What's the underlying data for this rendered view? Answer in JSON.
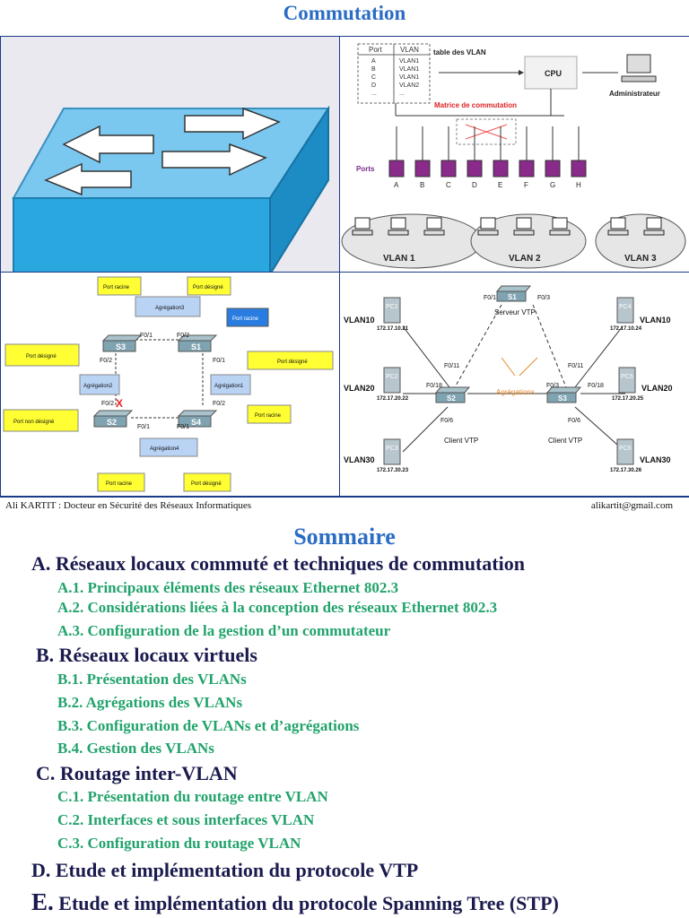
{
  "slide_title": "Commutation",
  "vlan_figure": {
    "table_header_port": "Port",
    "table_header_vlan": "VLAN",
    "table_title": "table des VLAN",
    "table_rows": [
      {
        "port": "A",
        "vlan": "VLAN1"
      },
      {
        "port": "B",
        "vlan": "VLAN1"
      },
      {
        "port": "C",
        "vlan": "VLAN1"
      },
      {
        "port": "D",
        "vlan": "VLAN2"
      },
      {
        "port": "...",
        "vlan": "..."
      }
    ],
    "cpu": "CPU",
    "admin": "Administrateur",
    "matrix": "Matrice de commutation",
    "ports_label": "Ports",
    "ports": [
      "A",
      "B",
      "C",
      "D",
      "E",
      "F",
      "G",
      "H"
    ],
    "vlans": [
      "VLAN 1",
      "VLAN 2",
      "VLAN 3"
    ]
  },
  "stp_figure": {
    "port_racine_1": "Port racine",
    "port_designe_1": "Port désigné",
    "agregation3": "Agrégation3",
    "port_racine_blue": "Port racine",
    "port_designe_left": "Port désigné",
    "port_designe_right": "Port désigné",
    "agregation2": "Agrégation2",
    "agregation1": "Agrégation1",
    "port_non_designe": "Port non désigné",
    "port_racine_right": "Port racine",
    "agregation4": "Agrégation4",
    "port_racine_bottom": "Port racine",
    "port_designe_bottom": "Port désigné",
    "s1": "S1",
    "s2": "S2",
    "s3": "S3",
    "s4": "S4",
    "f01_a": "F0/1",
    "f02_a": "F0/2",
    "f02_b": "F0/2",
    "f01_b": "F0/1",
    "f02_c": "F0/2",
    "f02_d": "F0/2",
    "f01_c": "F0/1",
    "f01_d": "F0/1",
    "blocked": "X"
  },
  "vtp_figure": {
    "s1": "S1",
    "s2": "S2",
    "s3": "S3",
    "server": "Serveur VTP",
    "client_left": "Client VTP",
    "client_right": "Client VTP",
    "agregations": "Agrégations",
    "f01": "F0/1",
    "f03": "F0/3",
    "f011_l": "F0/11",
    "f018_l": "F0/18",
    "f06_l": "F0/6",
    "f011_r": "F0/11",
    "f03_r": "F0/3",
    "f018_r": "F0/18",
    "f06_r": "F0/6",
    "pcs": [
      {
        "name": "PC1",
        "vlan": "VLAN10",
        "ip": "172.17.10.21"
      },
      {
        "name": "PC2",
        "vlan": "VLAN20",
        "ip": "172.17.20.22"
      },
      {
        "name": "PC3",
        "vlan": "VLAN30",
        "ip": "172.17.30.23"
      },
      {
        "name": "PC4",
        "vlan": "VLAN10",
        "ip": "172.17.10.24"
      },
      {
        "name": "PC5",
        "vlan": "VLAN20",
        "ip": "172.17.20.25"
      },
      {
        "name": "PC6",
        "vlan": "VLAN30",
        "ip": "172.17.30.26"
      }
    ]
  },
  "footer": {
    "author": "Ali KARTIT : Docteur en Sécurité des Réseaux Informatiques",
    "email": "alikartit@gmail.com"
  },
  "sommaire_title": "Sommaire",
  "sections": [
    {
      "label": "A. Réseaux locaux commuté et techniques de commutation",
      "items": [
        "A.1. Principaux éléments des réseaux Ethernet 802.3",
        "A.2. Considérations liées à la conception des réseaux Ethernet 802.3",
        "A.3. Configuration de la gestion d’un commutateur"
      ]
    },
    {
      "label": "B. Réseaux locaux virtuels",
      "items": [
        "B.1. Présentation des VLANs",
        "B.2. Agrégations des VLANs",
        "B.3. Configuration de VLANs et d’agrégations",
        "B.4. Gestion des VLANs"
      ]
    },
    {
      "label": "C. Routage inter-VLAN",
      "items": [
        "C.1. Présentation du routage entre VLAN",
        "C.2. Interfaces et sous interfaces VLAN",
        "C.3. Configuration du routage VLAN"
      ]
    },
    {
      "label": "D. Etude et implémentation du protocole VTP",
      "items": []
    },
    {
      "label_letter": "E.",
      "label": "Etude et implémentation du protocole Spanning Tree (STP)",
      "items": []
    }
  ],
  "colors": {
    "title": "#2b6cc4",
    "section": "#1a1a4e",
    "subsection": "#22a36b",
    "switch": "#2aa7df"
  }
}
